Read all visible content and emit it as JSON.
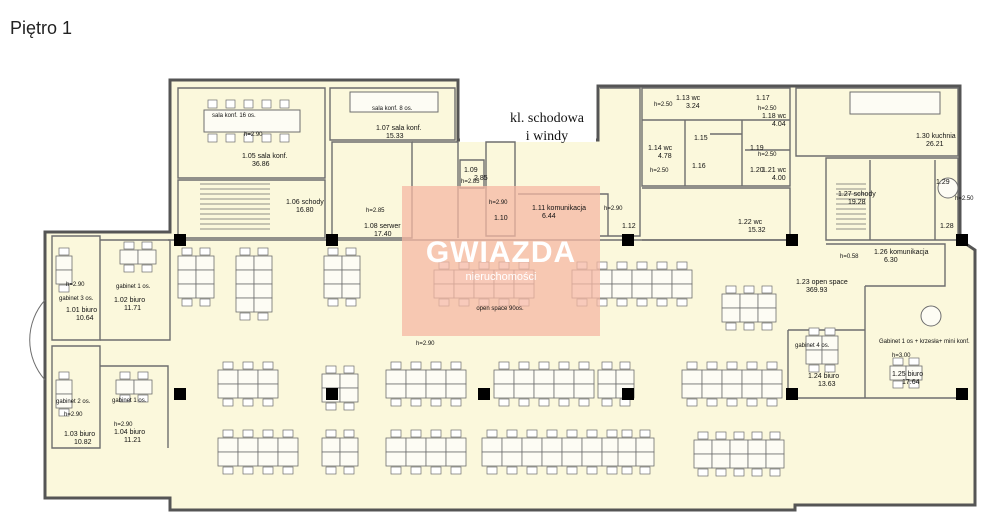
{
  "page": {
    "title": "Piętro 1"
  },
  "colors": {
    "floor": "#fbf8dc",
    "wall": "#555555",
    "line": "#6e6e6e",
    "watermark_fill": "#f6b8a4",
    "watermark_text": "#ffffff",
    "column": "#000000"
  },
  "core": {
    "line1": "kl. schodowa",
    "line2": "i windy"
  },
  "watermark": {
    "brand": "GWIAZDA",
    "sub": "nieruchomości"
  },
  "rooms": [
    {
      "id": "1.01",
      "name": "biuro",
      "area": "10.64"
    },
    {
      "id": "1.02",
      "name": "biuro",
      "area": "11.71"
    },
    {
      "id": "1.03",
      "name": "biuro",
      "area": "10.82"
    },
    {
      "id": "1.04",
      "name": "biuro",
      "area": "11.21"
    },
    {
      "id": "1.05",
      "name": "sala konf.",
      "area": "36.86"
    },
    {
      "id": "1.06",
      "name": "schody",
      "area": "16.80"
    },
    {
      "id": "1.07",
      "name": "sala konf.",
      "area": "15.33"
    },
    {
      "id": "1.08",
      "name": "serwer",
      "area": "17.40"
    },
    {
      "id": "1.09",
      "name": "",
      "area": "2.85"
    },
    {
      "id": "1.10",
      "name": "",
      "area": ""
    },
    {
      "id": "1.11",
      "name": "komunikacja",
      "area": "6.44"
    },
    {
      "id": "1.12",
      "name": "",
      "area": ""
    },
    {
      "id": "1.13",
      "name": "wc",
      "area": "3.24"
    },
    {
      "id": "1.14",
      "name": "wc",
      "area": "4.78"
    },
    {
      "id": "1.15",
      "name": "",
      "area": ""
    },
    {
      "id": "1.16",
      "name": "",
      "area": ""
    },
    {
      "id": "1.17",
      "name": "",
      "area": ""
    },
    {
      "id": "1.18",
      "name": "wc",
      "area": "4.04"
    },
    {
      "id": "1.19",
      "name": "",
      "area": ""
    },
    {
      "id": "1.20",
      "name": "",
      "area": ""
    },
    {
      "id": "1.21",
      "name": "wc",
      "area": "4.00"
    },
    {
      "id": "1.22",
      "name": "wc",
      "area": "15.32"
    },
    {
      "id": "1.23",
      "name": "open space",
      "area": "369.93"
    },
    {
      "id": "1.24",
      "name": "biuro",
      "area": "13.63"
    },
    {
      "id": "1.25",
      "name": "biuro",
      "area": "17.64"
    },
    {
      "id": "1.26",
      "name": "komunikacja",
      "area": "6.30"
    },
    {
      "id": "1.27",
      "name": "schody",
      "area": "19.28"
    },
    {
      "id": "1.28",
      "name": "",
      "area": ""
    },
    {
      "id": "1.29",
      "name": "",
      "area": ""
    },
    {
      "id": "1.30",
      "name": "kuchnia",
      "area": "26.21"
    }
  ],
  "notes": {
    "open_space": "open space 90os.",
    "gab1": "gabinet 3 os.",
    "gab2": "gabinet 2 os.",
    "gab3": "gabinet 1 os.",
    "gab4": "gabinet 4 os.",
    "gab5": "Gabinet 1 os + krzesła+ mini konf.",
    "sala1": "sala konf. 16 os.",
    "sala2": "sala konf. 8 os.",
    "h290": "h=2.90",
    "h285": "h=2.85",
    "h250": "h=2.50",
    "h300": "h=3.00",
    "h058": "h=0.58"
  }
}
